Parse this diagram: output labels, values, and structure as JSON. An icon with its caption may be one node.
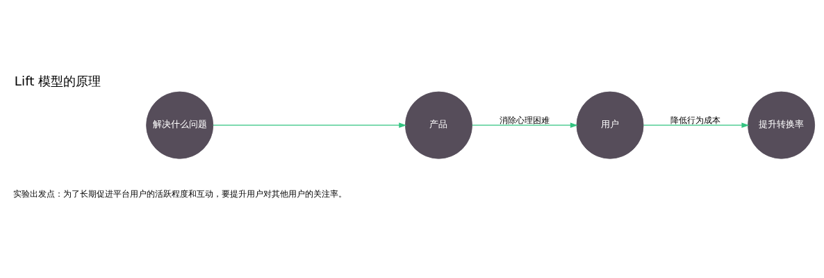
{
  "diagram": {
    "title": "Lift 模型的原理",
    "nodes": [
      {
        "text": [
          "解决什么问题"
        ]
      },
      {
        "text": [
          "产品"
        ]
      },
      {
        "text": [
          "用户"
        ]
      },
      {
        "text": [
          "提升转换率"
        ]
      }
    ],
    "edges": [
      {
        "from": 0,
        "to": 1,
        "arrow": "to"
      },
      {
        "from": 1,
        "to": 2,
        "arrow": "to",
        "label": "消除心理困难"
      },
      {
        "from": 2,
        "to": 3,
        "arrow": "to",
        "label": "降低行为成本"
      }
    ],
    "labels": [
      "实验出发点：为了长期促进平台用户的活跃程度和互动，要提升用户对其他用户的关注率。"
    ]
  }
}
